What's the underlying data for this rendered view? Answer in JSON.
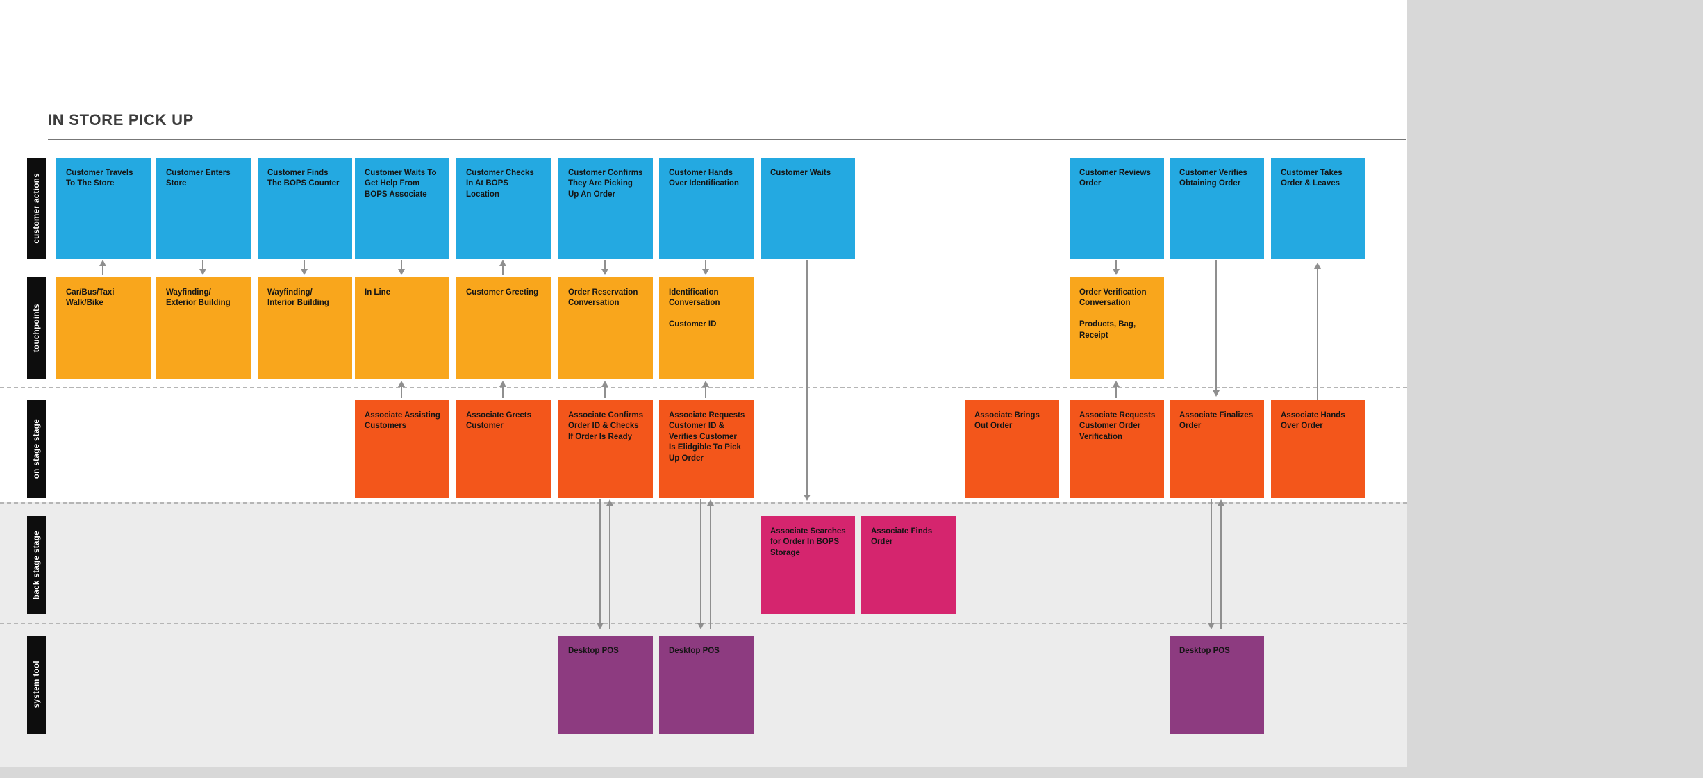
{
  "title": "IN STORE PICK UP",
  "colors": {
    "canvas_bg": "#d8d8d8",
    "frame_bg": "#ffffff",
    "band_bg": "#ececec",
    "lane_label_bg": "#0d0d0d",
    "lane_label_text": "#ffffff",
    "customer_actions": "#24a9e1",
    "touchpoints": "#f9a61c",
    "on_stage": "#f3561b",
    "back_stage": "#d5256e",
    "system_tool": "#8d3b80",
    "arrow": "#8f8f8f",
    "dashed_line": "#b5b5b5",
    "title_text": "#3d3d3d"
  },
  "lanes": [
    {
      "name": "customer-actions",
      "label": "customer actions",
      "row": 0,
      "color_key": "customer_actions",
      "boxes": [
        {
          "col": 0,
          "text": "Customer Travels To The Store"
        },
        {
          "col": 1,
          "text": "Customer Enters Store"
        },
        {
          "col": 2,
          "text": "Customer Finds The BOPS Counter"
        },
        {
          "col": 3,
          "text": "Customer Waits To Get Help From BOPS Associate"
        },
        {
          "col": 4,
          "text": "Customer Checks In At BOPS Location"
        },
        {
          "col": 5,
          "text": "Customer Confirms They Are Picking Up An Order"
        },
        {
          "col": 6,
          "text": "Customer Hands Over Identification"
        },
        {
          "col": 7,
          "text": "Customer Waits"
        },
        {
          "col": 10,
          "text": "Customer Reviews Order"
        },
        {
          "col": 11,
          "text": "Customer Verifies Obtaining Order"
        },
        {
          "col": 12,
          "text": "Customer Takes Order & Leaves"
        }
      ]
    },
    {
      "name": "touchpoints",
      "label": "touchpoints",
      "row": 1,
      "color_key": "touchpoints",
      "boxes": [
        {
          "col": 0,
          "text": "Car/Bus/Taxi\nWalk/Bike"
        },
        {
          "col": 1,
          "text": "Wayfinding/\nExterior Building"
        },
        {
          "col": 2,
          "text": "Wayfinding/\nInterior Building"
        },
        {
          "col": 3,
          "text": "In Line"
        },
        {
          "col": 4,
          "text": "Customer Greeting"
        },
        {
          "col": 5,
          "text": "Order Reservation Conversation"
        },
        {
          "col": 6,
          "text": "Identification Conversation\n\nCustomer ID"
        },
        {
          "col": 10,
          "text": "Order Verification Conversation\n\nProducts, Bag,\nReceipt"
        }
      ]
    },
    {
      "name": "on-stage",
      "label": "on stage stage",
      "row": 2,
      "color_key": "on_stage",
      "boxes": [
        {
          "col": 3,
          "text": "Associate Assisting Customers"
        },
        {
          "col": 4,
          "text": "Associate Greets Customer"
        },
        {
          "col": 5,
          "text": "Associate Confirms Order ID & Checks If Order Is Ready"
        },
        {
          "col": 6,
          "text": "Associate Requests Customer ID & Verifies Customer Is Elidgible To Pick Up Order"
        },
        {
          "col": 9,
          "text": "Associate Brings Out Order"
        },
        {
          "col": 10,
          "text": "Associate Requests Customer Order Verification"
        },
        {
          "col": 11,
          "text": "Associate Finalizes Order"
        },
        {
          "col": 12,
          "text": "Associate Hands Over Order"
        }
      ]
    },
    {
      "name": "back-stage",
      "label": "back stage stage",
      "row": 3,
      "color_key": "back_stage",
      "boxes": [
        {
          "col": 7,
          "text": "Associate Searches for Order In BOPS Storage"
        },
        {
          "col": 8,
          "text": "Associate Finds Order"
        }
      ]
    },
    {
      "name": "system-tool",
      "label": "system tool",
      "row": 4,
      "color_key": "system_tool",
      "boxes": [
        {
          "col": 5,
          "text": "Desktop POS"
        },
        {
          "col": 6,
          "text": "Desktop POS"
        },
        {
          "col": 11,
          "text": "Desktop POS"
        }
      ]
    }
  ],
  "connectors": [
    {
      "col": 0,
      "between": "r1-r2",
      "dir": "up"
    },
    {
      "col": 1,
      "between": "r1-r2",
      "dir": "down"
    },
    {
      "col": 2,
      "between": "r1-r2",
      "dir": "down"
    },
    {
      "col": 3,
      "between": "r1-r2",
      "dir": "down"
    },
    {
      "col": 4,
      "between": "r1-r2",
      "dir": "up"
    },
    {
      "col": 5,
      "between": "r1-r2",
      "dir": "down"
    },
    {
      "col": 6,
      "between": "r1-r2",
      "dir": "down"
    },
    {
      "col": 10,
      "between": "r1-r2",
      "dir": "down"
    },
    {
      "col": 3,
      "between": "r2-r3",
      "dir": "up"
    },
    {
      "col": 4,
      "between": "r2-r3",
      "dir": "up"
    },
    {
      "col": 5,
      "between": "r2-r3",
      "dir": "up"
    },
    {
      "col": 6,
      "between": "r2-r3",
      "dir": "up"
    },
    {
      "col": 10,
      "between": "r2-r3",
      "dir": "up"
    },
    {
      "col": 7,
      "between": "r1-r4",
      "dir": "down"
    },
    {
      "col": 11,
      "between": "r1-r3",
      "dir": "down"
    },
    {
      "col": 12,
      "between": "r3-r1",
      "dir": "up"
    },
    {
      "col": 5,
      "between": "r3-r5",
      "dir": "both"
    },
    {
      "col": 6,
      "between": "r3-r5",
      "dir": "both"
    },
    {
      "col": 11,
      "between": "r3-r5",
      "dir": "both"
    }
  ]
}
